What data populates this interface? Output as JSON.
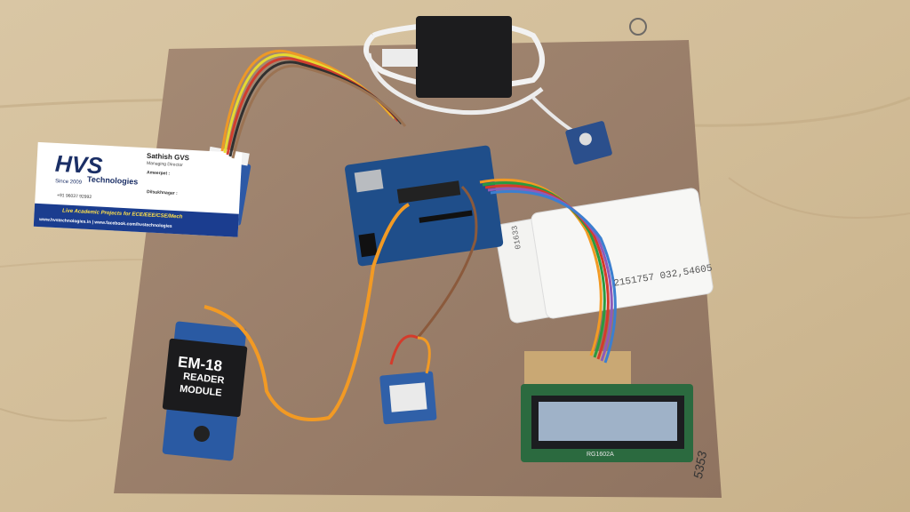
{
  "card": {
    "logo": "HVS",
    "subtitle": "Technologies",
    "since": "Since 2009",
    "name": "Sathish GVS",
    "role": "Managing Director",
    "branch1": "Ameerpet :",
    "branch2": "Dilsukhnagar :",
    "phone": "+91 96037 92992",
    "tagline": "Live Academic Projects for ECE/EEE/CSE/Mech",
    "web": "www.hvstechnologies.in | www.facebook.com/hvstechnologies"
  },
  "module": {
    "title": "EM-18",
    "line2": "READER",
    "line3": "MODULE"
  },
  "lcd": {
    "label": "RG1602A"
  },
  "rfid_cards": {
    "number": "2151757 032,54605",
    "back_number": "01633"
  },
  "board_mark": "5353",
  "colors": {
    "table": "#d6c3a1",
    "board": "#9a7a62",
    "arduino": "#1f4e8a",
    "lcd_screen": "#9fb2c8"
  }
}
